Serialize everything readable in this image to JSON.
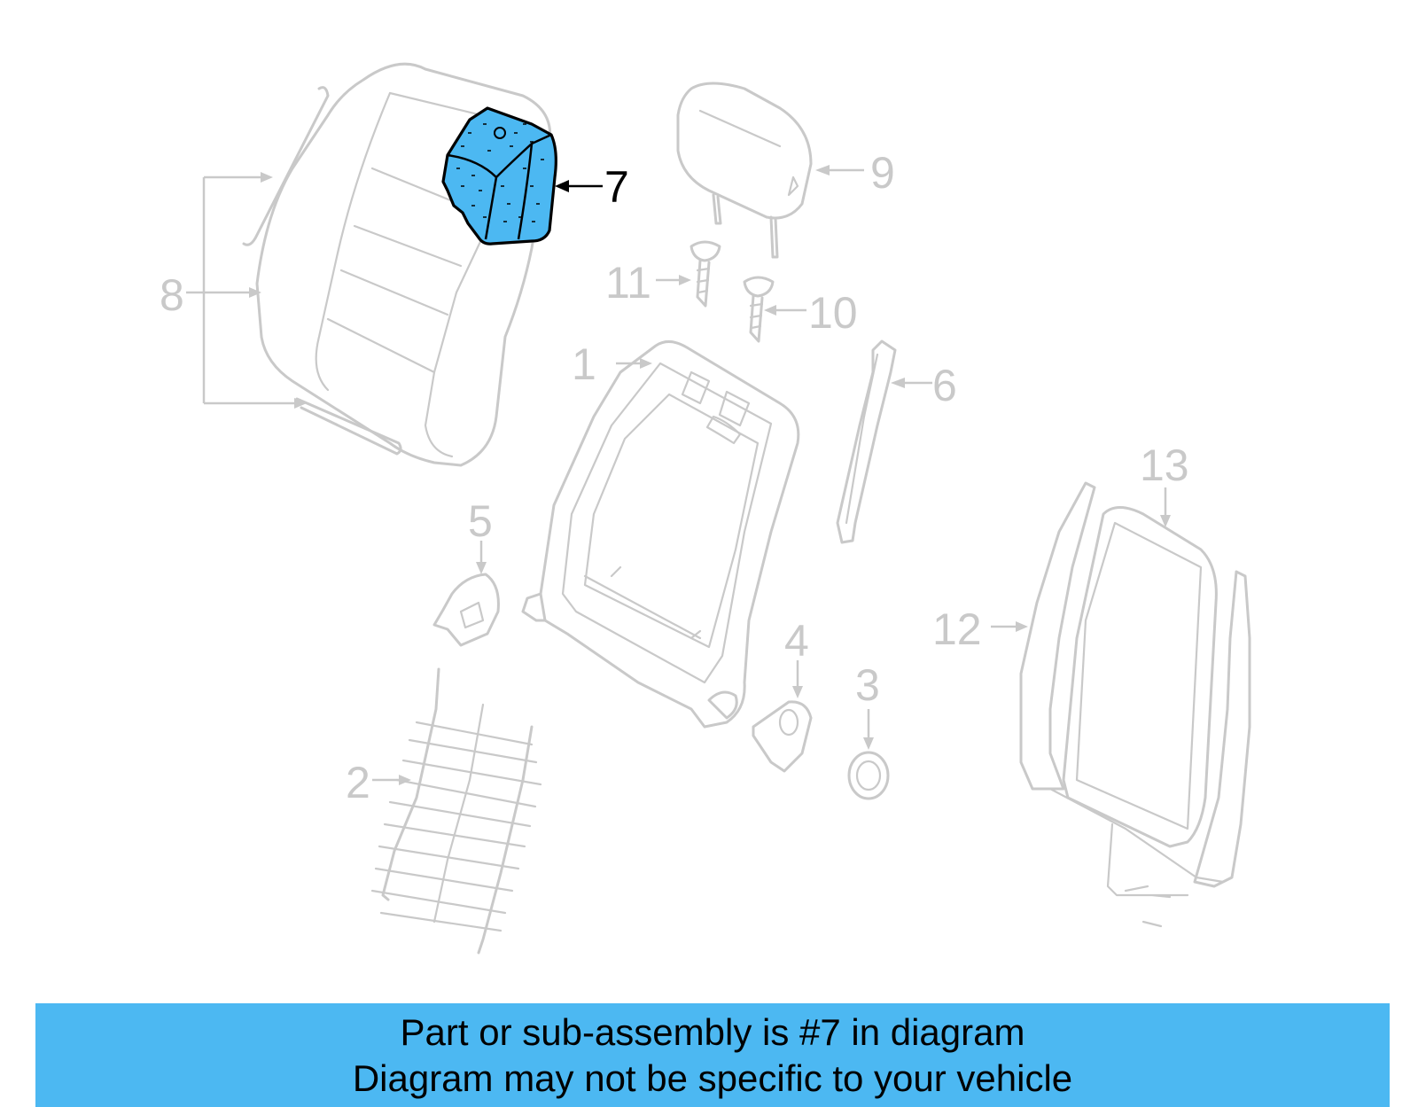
{
  "callouts": {
    "c1": "1",
    "c2": "2",
    "c3": "3",
    "c4": "4",
    "c5": "5",
    "c6": "6",
    "c7": "7",
    "c8": "8",
    "c9": "9",
    "c10": "10",
    "c11": "11",
    "c12": "12",
    "c13": "13"
  },
  "highlighted_part": "7",
  "colors": {
    "highlight": "#4cb8f2",
    "line": "#c9c9c9",
    "banner": "#4cb8f2"
  },
  "banner": {
    "line1": "Part or sub-assembly is #7 in diagram",
    "line2": "Diagram may not be specific to your vehicle"
  }
}
